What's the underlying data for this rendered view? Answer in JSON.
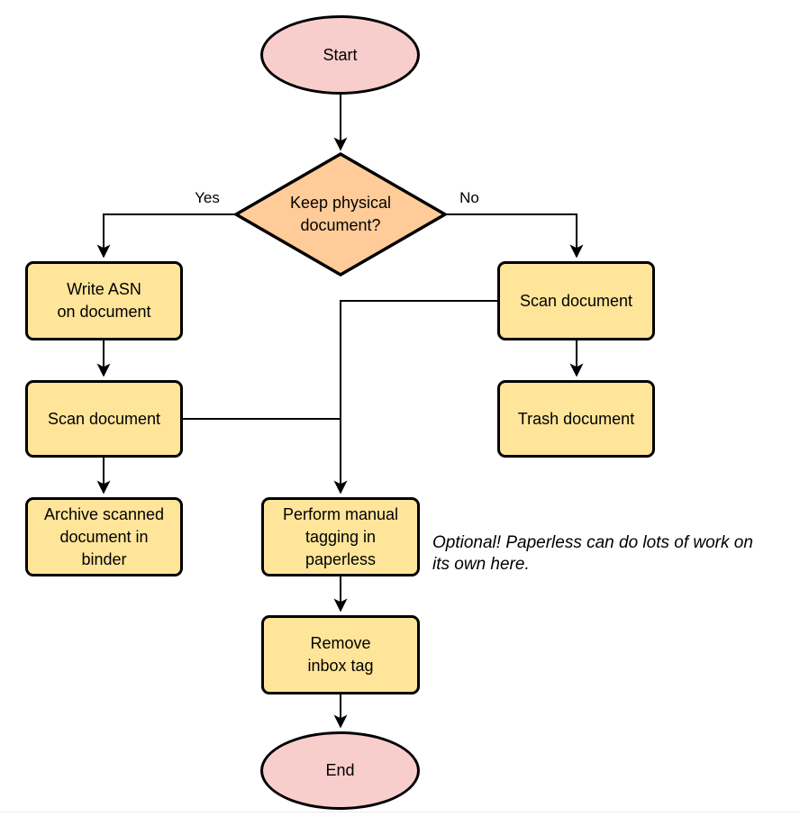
{
  "nodes": {
    "start": {
      "label": "Start"
    },
    "decision": {
      "label": [
        "Keep physical",
        "document?"
      ]
    },
    "write_asn": {
      "label": [
        "Write ASN",
        "on document"
      ]
    },
    "scan_left": {
      "label": "Scan document"
    },
    "archive": {
      "label": [
        "Archive scanned",
        "document in",
        "binder"
      ]
    },
    "scan_right": {
      "label": "Scan document"
    },
    "trash": {
      "label": "Trash document"
    },
    "tagging": {
      "label": [
        "Perform manual",
        "tagging in",
        "paperless"
      ]
    },
    "remove_inbox": {
      "label": [
        "Remove",
        "inbox tag"
      ]
    },
    "end": {
      "label": "End"
    }
  },
  "edges": {
    "yes_label": "Yes",
    "no_label": "No"
  },
  "note": {
    "text": [
      "Optional! Paperless can do lots of work on",
      "its own here."
    ]
  },
  "colors": {
    "terminal_fill": "#f8cecc",
    "decision_fill": "#ffcc99",
    "process_fill": "#ffe599",
    "stroke": "#000000"
  }
}
